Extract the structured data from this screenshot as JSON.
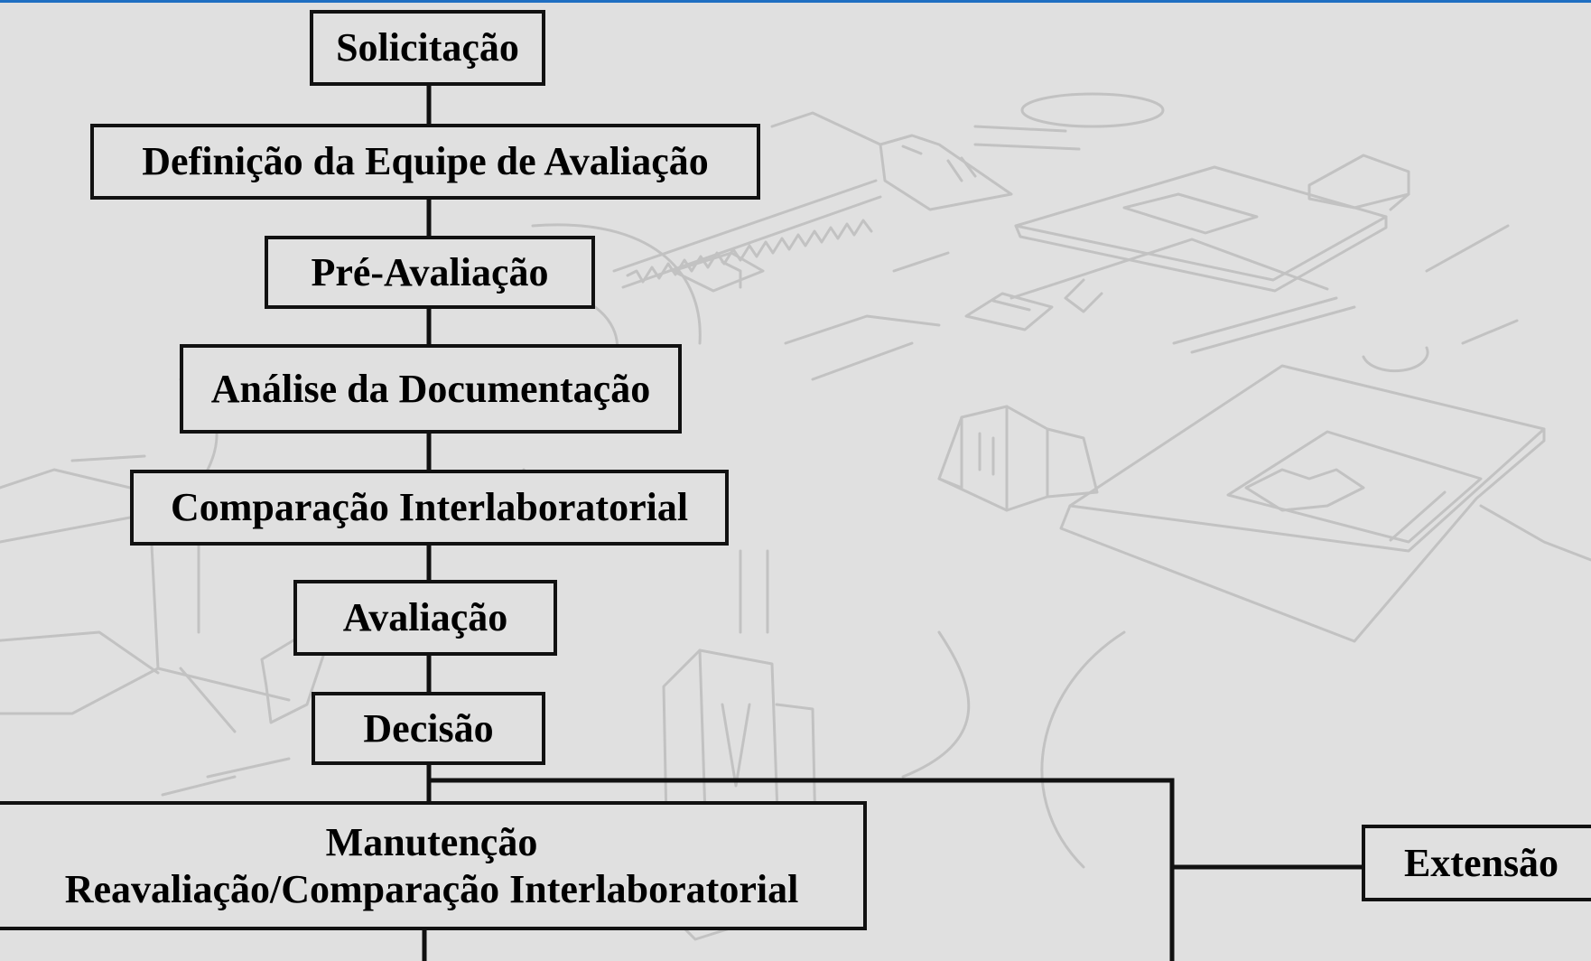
{
  "colors": {
    "background": "#e0e0e0",
    "accent_rule": "#1f6fc2",
    "box_border": "#111111",
    "watermark": "#c4c4c4"
  },
  "diagram": {
    "steps": [
      "Solicitação",
      "Definição da Equipe de Avaliação",
      "Pré-Avaliação",
      "Análise da Documentação",
      "Comparação Interlaboratorial",
      "Avaliação",
      "Decisão"
    ],
    "maintenance": {
      "line1": "Manutenção",
      "line2": "Reavaliação/Comparação Interlaboratorial"
    },
    "extension": "Extensão"
  }
}
